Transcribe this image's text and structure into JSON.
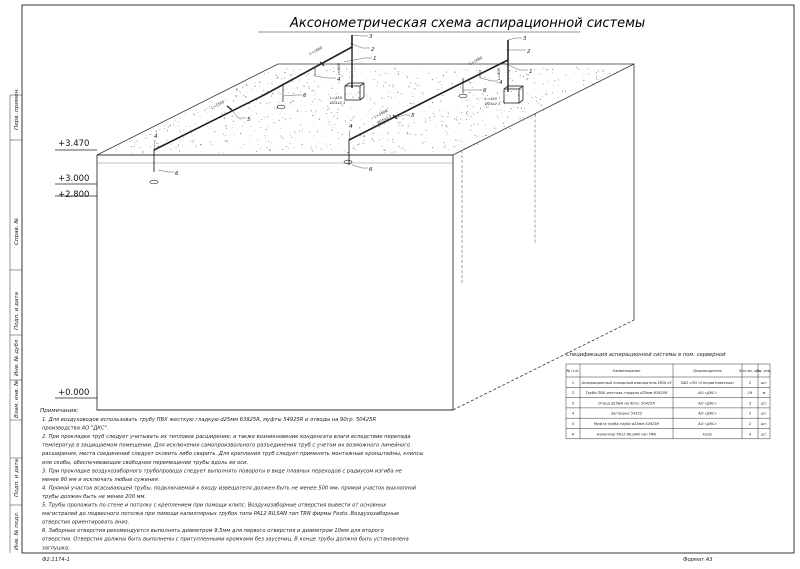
{
  "title": "Аксонометрическая схема аспирационной системы",
  "levels": [
    {
      "label": "+3.470"
    },
    {
      "label": "+3.000"
    },
    {
      "label": "+2.800"
    },
    {
      "label": "+0.000"
    }
  ],
  "side_stamp": [
    "Перв. примен.",
    "Справ. №",
    "Подп. и дата",
    "Инв. № дубл.",
    "Взам. инв. №",
    "Подп. и дата",
    "Инв. № подл."
  ],
  "callouts": {
    "c1": "1",
    "c2": "2",
    "c3": "3",
    "c4": "4",
    "c5": "5",
    "c6": "6"
  },
  "pipe_labels": {
    "l1": "L=1800",
    "l2": "L=800",
    "l3": "L=450",
    "l4": "Ø25х2,3",
    "l5": "L=1500",
    "l6": "L=2600",
    "l7": "Ø25х2,3"
  },
  "notes": {
    "heading": "Примечания:",
    "lines": [
      "1.        Для воздуховодов использовать трубу ПВХ жесткую гладкую d25мм 63925R, муфты 54925R и отводы на 90гр. 50425R",
      "производства АО \"ДКС\".",
      "2.        При прокладке труб следует учитывать их тепловое расширение, а также возникновение конденсата влаги вследствие перепада",
      "температур в защищаемом помещении. Для исключения самопроизвольного разъединения труб с учетом их возможного линейного",
      "расширения, места соединений следует склеить либо сварить. Для крепления труб следует применять монтажные кронштейны, клипсы",
      "или скобы, обеспечивающие свободное перемещение трубы вдоль ее оси.",
      "3.        При прокладке воздухозаборного трубопровода следует выполнять повороты в виде плавных переходов с радиусом изгиба не",
      "менее 90 мм и исключать любые сужения.",
      "4.        Прямой участок всасывающей трубы, подключаемой к входу извещателя должен быть не менее 500 мм, прямой участок выхлопной",
      "трубы должен быть не менее 200 мм.",
      "5.        Трубы проложить по стене и потолку с креплением при помощи клипс. Воздухозаборные отверстия вывести от основных",
      "магистралей до подвесного потолка при помощи капиллярных трубок типа PA12 RILSAN тип TRN фирмы Festo. Воздухозаборные",
      "отверстия ориентировать вниз.",
      "6.        Заборные отверстия рекомендуется выполнять диаметром 9,5мм для первого отверстия и диаметром 10мм для второго",
      "отверстия. Отверстия должны быть выполнены с притупленными кромками без заусениц. В конце трубы должна быть установлена",
      "заглушка."
    ]
  },
  "spec": {
    "title": "Спецификация аспирационной системы в пом. серверной",
    "headers": [
      "№ п./п.",
      "Наименование",
      "Производитель",
      "Кол-во, шт.",
      "Ед. изм."
    ],
    "rows": [
      [
        "1",
        "Аспирационный пожарный извещатель ИПА v3",
        "ЗАО «ПО «Спецавтоматика»",
        "2",
        "шт."
      ],
      [
        "2",
        "Труба ПВХ жесткая гладкая d25мм 63925R",
        "АО «ДКС»",
        "19",
        "м"
      ],
      [
        "3",
        "Отвод d25мм на 90гр. 50425R",
        "АО «ДКС»",
        "3",
        "шт."
      ],
      [
        "4",
        "Заглушка 54325",
        "АО «ДКС»",
        "2",
        "шт."
      ],
      [
        "5",
        "Муфта труба-труба d25мм 54925R",
        "АО «ДКС»",
        "2",
        "шт."
      ],
      [
        "6",
        "Капилляр PA12 RILSAN тип TRN",
        "Festo",
        "4",
        "шт."
      ]
    ]
  },
  "footer": {
    "doc_code": "Ф2.1174-1",
    "format": "Формат   А3"
  }
}
